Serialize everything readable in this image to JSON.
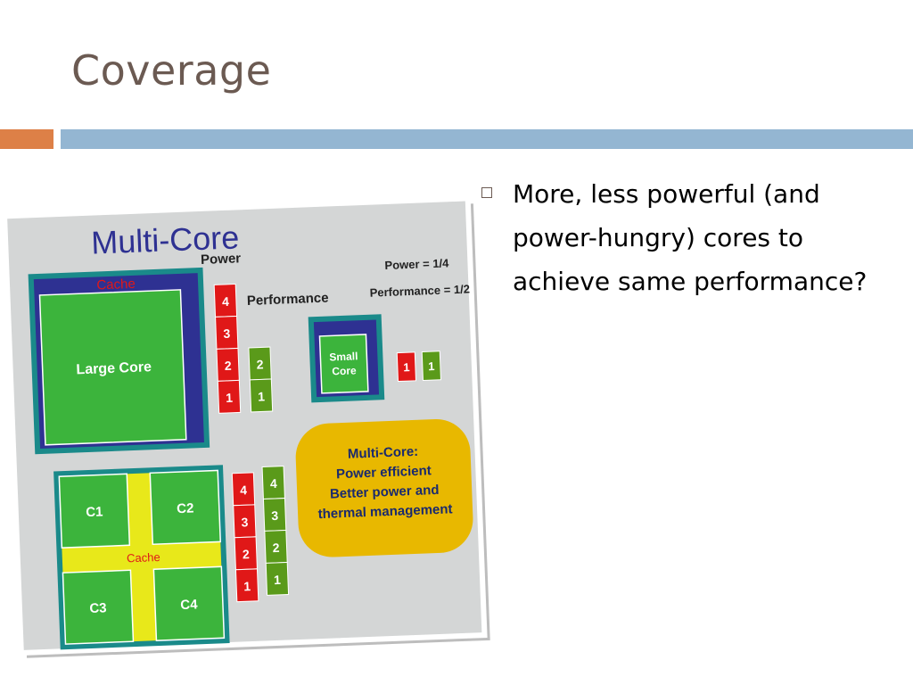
{
  "slide": {
    "title": "Coverage",
    "bullets": [
      "More, less powerful (and power-hungry) cores to achieve same performance?"
    ]
  },
  "figure": {
    "title": "Multi-Core",
    "cache_label": "Cache",
    "large_core_label": "Large Core",
    "small_core_label_line1": "Small",
    "small_core_label_line2": "Core",
    "power_label": "Power",
    "performance_label": "Performance",
    "power_ratio": "Power = 1/4",
    "performance_ratio": "Performance = 1/2",
    "large_power_levels": [
      "4",
      "3",
      "2",
      "1"
    ],
    "large_perf_levels": [
      "2",
      "1"
    ],
    "small_power_levels": [
      "1"
    ],
    "small_perf_levels": [
      "1"
    ],
    "quad_labels": [
      "C1",
      "C2",
      "C3",
      "C4"
    ],
    "quad_cache_label": "Cache",
    "multi_power_levels": [
      "4",
      "3",
      "2",
      "1"
    ],
    "multi_perf_levels": [
      "4",
      "3",
      "2",
      "1"
    ],
    "callout_lines": [
      "Multi-Core:",
      "Power efficient",
      "Better power and",
      "thermal management"
    ]
  },
  "colors": {
    "title": "#6b5a52",
    "orange_bar": "#dd8047",
    "blue_bar": "#94b6d2",
    "core_green": "#3cb43c",
    "cache_navy": "#2e3192",
    "teal_frame": "#1a8a8a",
    "power_red": "#e01818",
    "perf_green": "#5a9a1a",
    "callout_gold": "#e8b800"
  }
}
